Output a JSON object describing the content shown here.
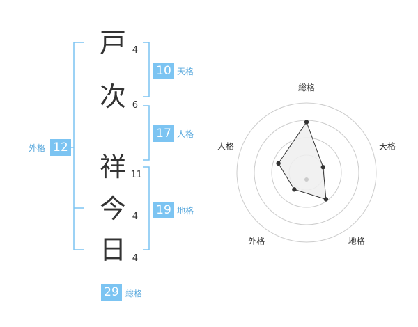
{
  "name": {
    "characters": [
      {
        "char": "戸",
        "strokes": "4"
      },
      {
        "char": "次",
        "strokes": "6"
      },
      {
        "char": "祥",
        "strokes": "11"
      },
      {
        "char": "今",
        "strokes": "4"
      },
      {
        "char": "日",
        "strokes": "4"
      }
    ]
  },
  "fortune": {
    "tenkaku": {
      "value": "10",
      "label": "天格"
    },
    "jinkaku": {
      "value": "17",
      "label": "人格"
    },
    "chikaku": {
      "value": "19",
      "label": "地格"
    },
    "gaikaku": {
      "value": "12",
      "label": "外格"
    },
    "soukaku": {
      "value": "29",
      "label": "総格"
    }
  },
  "chart_data": {
    "type": "radar",
    "axes": [
      "総格",
      "天格",
      "地格",
      "外格",
      "人格"
    ],
    "values": [
      29,
      10,
      19,
      12,
      17
    ],
    "rings": 4,
    "colors": {
      "line": "#333333",
      "fill": "#eeeeee",
      "grid": "#cccccc"
    }
  }
}
